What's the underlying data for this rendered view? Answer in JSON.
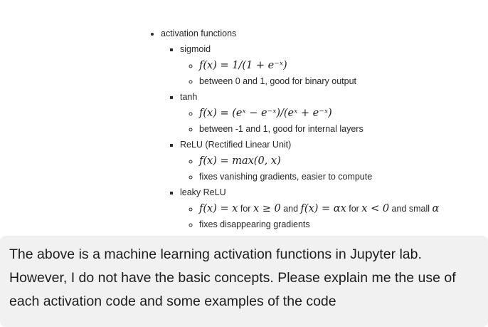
{
  "colors": {
    "page_bg": "#ffffff",
    "bubble_bg": "#f1f1f2",
    "list_text": "#262626",
    "bubble_text": "#1d1d1d"
  },
  "notes": {
    "topic": "activation functions",
    "items": [
      {
        "name": "sigmoid",
        "formula": "$f(x) = 1/(1 + e⁻ˣ)$",
        "note": "between 0 and 1, good for binary output"
      },
      {
        "name": "tanh",
        "formula": "$f(x) = (eˣ − e⁻ˣ)/(eˣ + e⁻ˣ)$",
        "note": "between -1 and 1, good for internal layers"
      },
      {
        "name": "ReLU (Rectified Linear Unit)",
        "formula": "$f(x) = max(0, x)$",
        "note": "fixes vanishing gradients, easier to compute"
      },
      {
        "name": "leaky ReLU",
        "formula": "$f(x) = x$ for $x ≥ 0$ and $f(x) = αx$ for $x < 0$ and small $α$",
        "note": "fixes disappearing gradients"
      }
    ]
  },
  "user_message": {
    "text": "The above is a machine learning activation functions in Jupyter lab. However, I do not have the basic concepts. Please explain me the use of each activation code and some examples of the code"
  }
}
